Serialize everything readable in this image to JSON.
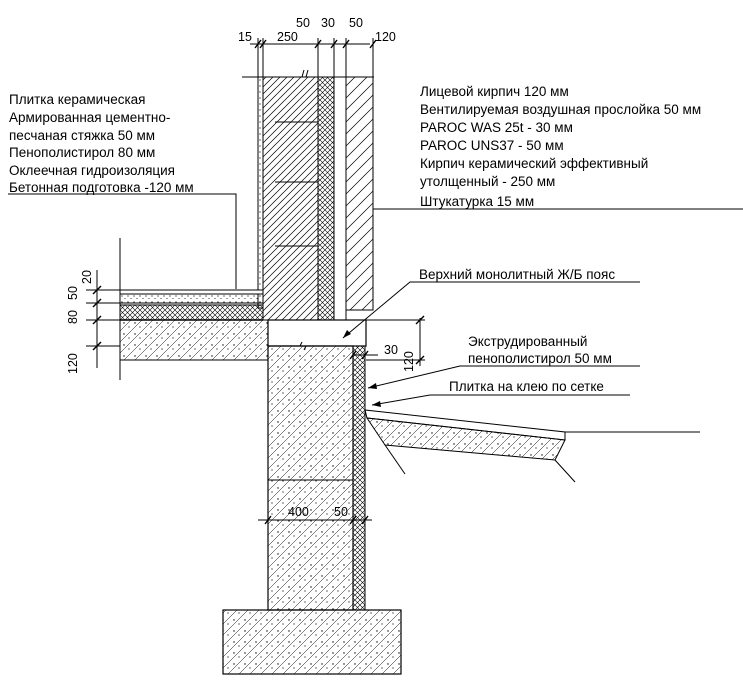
{
  "floor_layers": [
    "Плитка керамическая",
    "Армированная цементно-",
    "песчаная стяжка 50 мм",
    "Пенополистирол 80 мм",
    "Оклеечная гидроизоляция",
    "Бетонная подготовка -120 мм"
  ],
  "wall_layers": [
    "Лицевой кирпич 120 мм",
    "Вентилируемая воздушная прослойка 50 мм",
    "PAROC WAS 25t - 30 мм",
    "PAROC UNS37 - 50 мм",
    "Кирпич керамический эффективный",
    "утолщенный - 250 мм",
    "Штукатурка 15 мм"
  ],
  "callouts": {
    "belt": "Верхний монолитный Ж/Б пояс",
    "xps_line1": "Экструдированный",
    "xps_line2": "пенополистирол 50 мм",
    "tile": "Плитка на клею по сетке"
  },
  "top_dims": {
    "d15": "15",
    "d250": "250",
    "d50a": "50",
    "d30": "30",
    "d50b": "50",
    "d120": "120"
  },
  "left_dims": {
    "d20": "20",
    "d50": "50",
    "d80": "80",
    "d120": "120"
  },
  "right_dims": {
    "d30": "30",
    "d120": "120"
  },
  "found_dims": {
    "d400": "400",
    "d50": "50"
  },
  "icons": {
    "ticks": "dimension-tick-icon",
    "arrows": "leader-arrow-icon"
  }
}
